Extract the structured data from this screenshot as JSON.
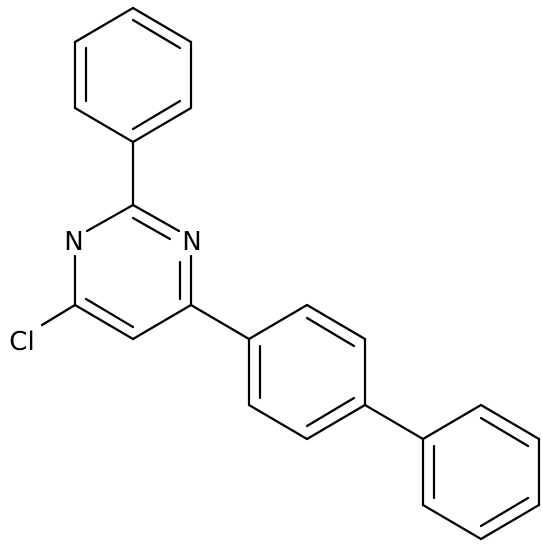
{
  "molecule": {
    "atom_labels": {
      "n_left": "N",
      "n_right": "N",
      "chlorine": "Cl"
    },
    "bond_color": "#000000",
    "background": "#ffffff"
  }
}
